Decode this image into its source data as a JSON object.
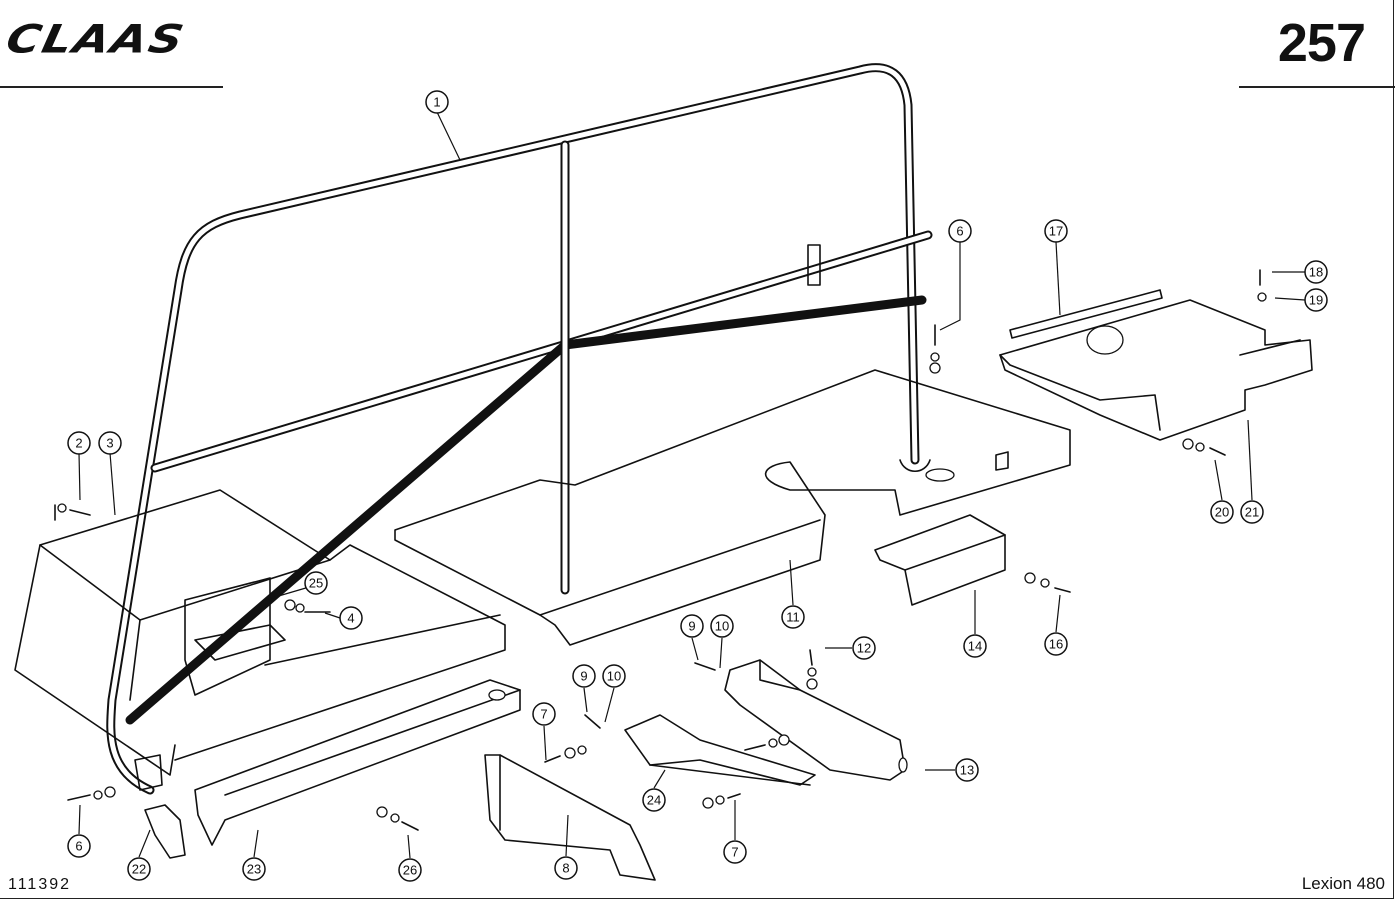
{
  "header": {
    "brand": "CLAAS",
    "page_number": "257"
  },
  "footer": {
    "drawing_number": "111392",
    "model": "Lexion 480"
  },
  "callouts": [
    {
      "id": "c-1",
      "label": "1"
    },
    {
      "id": "c-2",
      "label": "2"
    },
    {
      "id": "c-3",
      "label": "3"
    },
    {
      "id": "c-4",
      "label": "4"
    },
    {
      "id": "c-6a",
      "label": "6"
    },
    {
      "id": "c-6b",
      "label": "6"
    },
    {
      "id": "c-7a",
      "label": "7"
    },
    {
      "id": "c-7b",
      "label": "7"
    },
    {
      "id": "c-8",
      "label": "8"
    },
    {
      "id": "c-9a",
      "label": "9"
    },
    {
      "id": "c-9b",
      "label": "9"
    },
    {
      "id": "c-10a",
      "label": "10"
    },
    {
      "id": "c-10b",
      "label": "10"
    },
    {
      "id": "c-11",
      "label": "11"
    },
    {
      "id": "c-12",
      "label": "12"
    },
    {
      "id": "c-13",
      "label": "13"
    },
    {
      "id": "c-14",
      "label": "14"
    },
    {
      "id": "c-16",
      "label": "16"
    },
    {
      "id": "c-17",
      "label": "17"
    },
    {
      "id": "c-18",
      "label": "18"
    },
    {
      "id": "c-19",
      "label": "19"
    },
    {
      "id": "c-20",
      "label": "20"
    },
    {
      "id": "c-21",
      "label": "21"
    },
    {
      "id": "c-22",
      "label": "22"
    },
    {
      "id": "c-23",
      "label": "23"
    },
    {
      "id": "c-24",
      "label": "24"
    },
    {
      "id": "c-25",
      "label": "25"
    },
    {
      "id": "c-26",
      "label": "26"
    }
  ]
}
